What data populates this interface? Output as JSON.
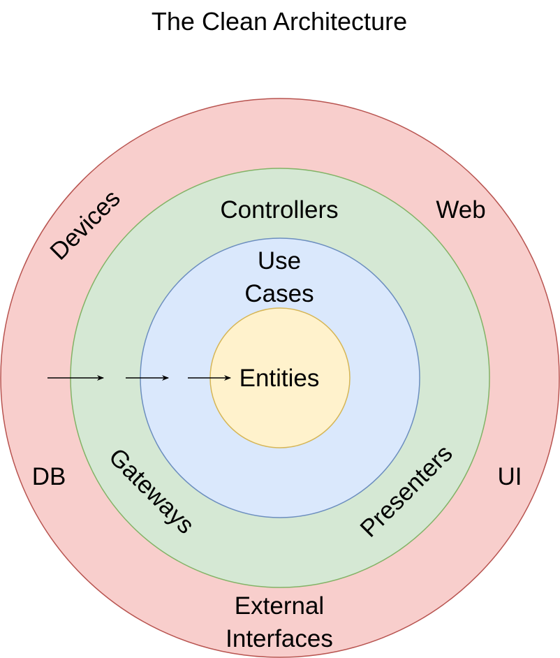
{
  "title": "The Clean Architecture",
  "colors": {
    "outer_fill": "#f8cecc",
    "outer_stroke": "#b85450",
    "adapters_fill": "#d5e8d4",
    "adapters_stroke": "#82b366",
    "usecases_fill": "#dae8fc",
    "usecases_stroke": "#6c8ebf",
    "entities_fill": "#fff2cc",
    "entities_stroke": "#d6b656",
    "arrow": "#000000"
  },
  "rings": {
    "frameworks": {
      "devices": "Devices",
      "web": "Web",
      "db": "DB",
      "ui": "UI",
      "external_line1": "External",
      "external_line2": "Interfaces"
    },
    "adapters": {
      "controllers": "Controllers",
      "gateways": "Gateways",
      "presenters": "Presenters"
    },
    "use_cases": {
      "line1": "Use",
      "line2": "Cases"
    },
    "entities": {
      "label": "Entities"
    }
  }
}
